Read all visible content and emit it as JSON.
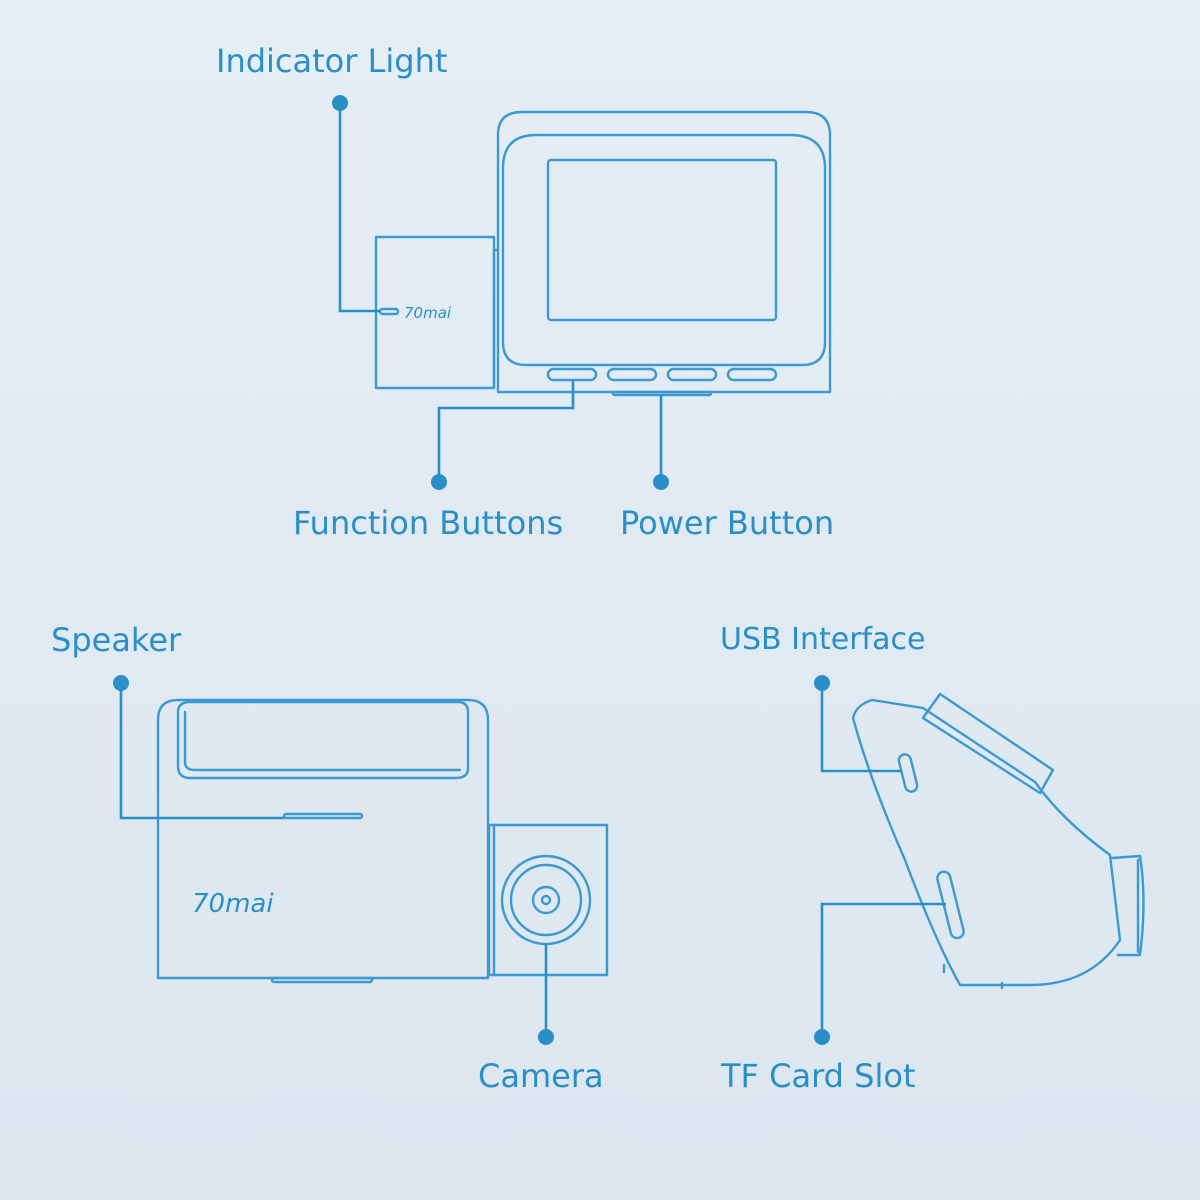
{
  "colors": {
    "accent": "#2a8fc6",
    "outline": "#3d9ad1",
    "background": "#e3ecf3"
  },
  "labels": {
    "indicator_light": "Indicator Light",
    "function_buttons": "Function Buttons",
    "power_button": "Power Button",
    "speaker": "Speaker",
    "camera": "Camera",
    "usb_interface": "USB Interface",
    "tf_card_slot": "TF Card Slot"
  },
  "brand": {
    "logo_text": "70mai"
  }
}
